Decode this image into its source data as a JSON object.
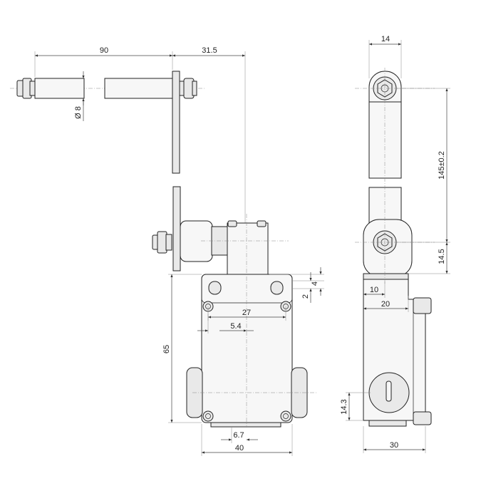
{
  "dimensions": {
    "rod_length": "90",
    "lever_offset": "31.5",
    "rod_diameter": "Ø 8",
    "roller_width": "14",
    "lever_length": "145±0.2",
    "roller_height": "14.5",
    "top_gap_4": "4",
    "top_gap_2": "2",
    "hole_spacing": "27",
    "hole_offset": "5.4",
    "body_height": "65",
    "offset_10": "10",
    "depth_20": "20",
    "cable_height": "14.3",
    "bottom_offset": "6.7",
    "body_width": "40",
    "body_depth": "30"
  }
}
